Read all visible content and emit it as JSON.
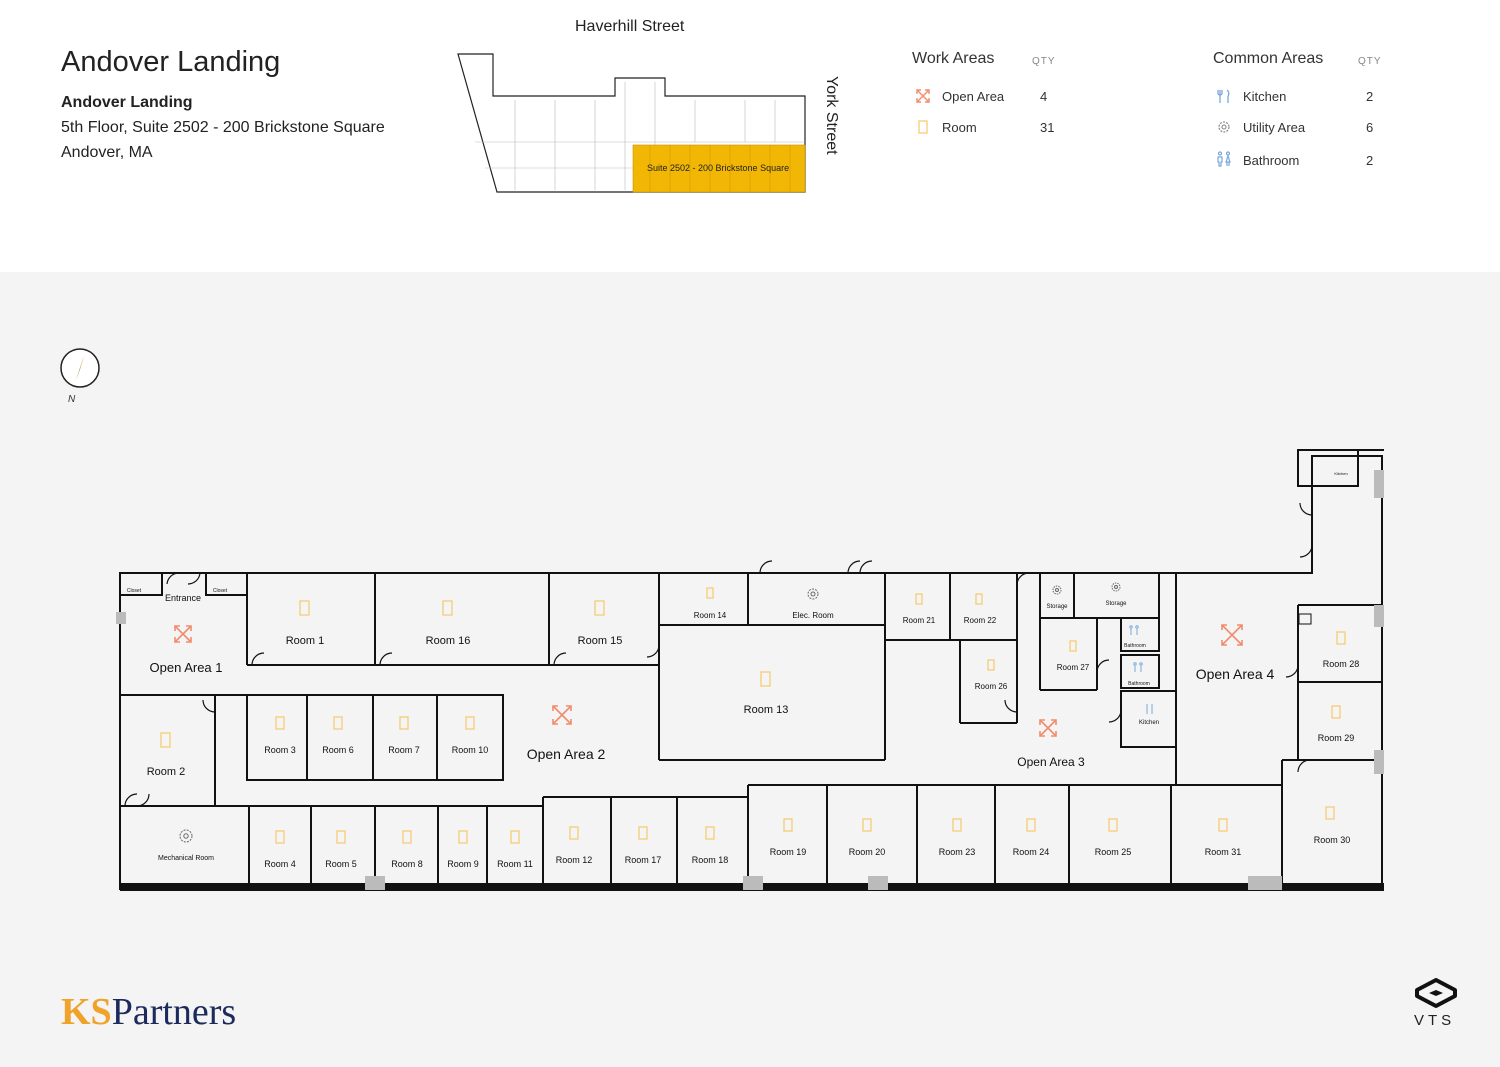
{
  "header": {
    "title": "Andover Landing",
    "subtitle": "Andover Landing",
    "address_line1": "5th Floor, Suite 2502 - 200 Brickstone Square",
    "address_line2": "Andover, MA"
  },
  "keyplan": {
    "street_top": "Haverhill Street",
    "street_side": "York Street",
    "suite_label": "Suite 2502 - 200 Brickstone Square",
    "highlight_color": "#f2b705"
  },
  "legend": {
    "work_areas": {
      "heading": "Work Areas",
      "qty_heading": "QTY",
      "items": [
        {
          "label": "Open Area",
          "qty": "4",
          "icon": "open-area-icon",
          "color": "#f28b6b"
        },
        {
          "label": "Room",
          "qty": "31",
          "icon": "room-icon",
          "color": "#f6c86a"
        }
      ]
    },
    "common_areas": {
      "heading": "Common Areas",
      "qty_heading": "QTY",
      "items": [
        {
          "label": "Kitchen",
          "qty": "2",
          "icon": "kitchen-icon",
          "color": "#7aa7d9"
        },
        {
          "label": "Utility Area",
          "qty": "6",
          "icon": "gear-icon",
          "color": "#888888"
        },
        {
          "label": "Bathroom",
          "qty": "2",
          "icon": "bathroom-icon",
          "color": "#7aa7d9"
        }
      ]
    }
  },
  "compass": {
    "label": "N"
  },
  "floorplan": {
    "labels": {
      "entrance": "Entrance",
      "closet_left": "Closet",
      "closet_right": "Closet",
      "open_area_1": "Open Area 1",
      "open_area_2": "Open Area 2",
      "open_area_3": "Open Area 3",
      "open_area_4": "Open Area 4",
      "room_1": "Room 1",
      "room_2": "Room 2",
      "room_3": "Room 3",
      "room_4": "Room 4",
      "room_5": "Room 5",
      "room_6": "Room 6",
      "room_7": "Room 7",
      "room_8": "Room 8",
      "room_9": "Room 9",
      "room_10": "Room 10",
      "room_11": "Room 11",
      "room_12": "Room 12",
      "room_13": "Room 13",
      "room_14": "Room 14",
      "room_15": "Room 15",
      "room_16": "Room 16",
      "room_17": "Room 17",
      "room_18": "Room 18",
      "room_19": "Room 19",
      "room_20": "Room 20",
      "room_21": "Room 21",
      "room_22": "Room 22",
      "room_23": "Room 23",
      "room_24": "Room 24",
      "room_25": "Room 25",
      "room_26": "Room 26",
      "room_27": "Room 27",
      "room_28": "Room 28",
      "room_29": "Room 29",
      "room_30": "Room 30",
      "room_31": "Room 31",
      "mechanical": "Mechanical Room",
      "elec": "Elec. Room",
      "storage_1": "Storage",
      "storage_2": "Storage",
      "bathroom_1": "Bathroom",
      "bathroom_2": "Bathroom",
      "kitchen_1": "Kitchen",
      "kitchen_2": "Kitchen"
    }
  },
  "footer": {
    "logo_ks": "KS",
    "logo_partners": "Partners",
    "vts": "VTS"
  }
}
